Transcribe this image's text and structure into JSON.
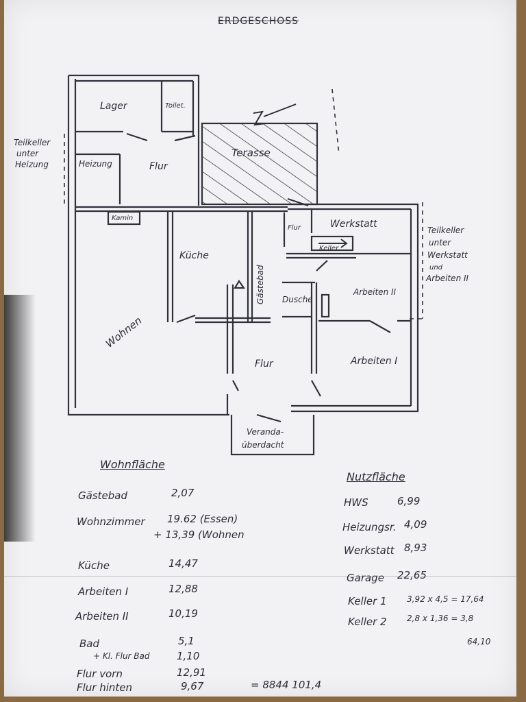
{
  "title": "ERDGESCHOSS",
  "rooms": {
    "lager": "Lager",
    "toilet": "Toilet.",
    "heizung": "Heizung",
    "flur_top": "Flur",
    "terasse": "Terasse",
    "kamin": "Kamin",
    "kueche": "Küche",
    "wohnen": "Wohnen",
    "gaestebad": "Gästebad",
    "dusche": "Dusche",
    "flur_mid": "Flur",
    "flur_bottom": "Flur",
    "werkstatt": "Werkstatt",
    "keller": "Keller",
    "arbeiten2": "Arbeiten II",
    "arbeiten1": "Arbeiten I",
    "veranda_1": "Veranda-",
    "veranda_2": "überdacht"
  },
  "notes": {
    "left_1": "Teilkeller",
    "left_2": "unter",
    "left_3": "Heizung",
    "right_1": "Teilkeller",
    "right_2": "unter",
    "right_3": "Werkstatt",
    "right_4": "und",
    "right_5": "Arbeiten II"
  },
  "wohnflaeche": {
    "heading": "Wohnfläche",
    "rows": [
      {
        "label": "Gästebad",
        "value": "2,07"
      },
      {
        "label": "Wohnzimmer",
        "value": "19.62 (Essen)"
      },
      {
        "label": "",
        "value": "+ 13,39 (Wohnen"
      },
      {
        "label": "Küche",
        "value": "14,47"
      },
      {
        "label": "Arbeiten I",
        "value": "12,88"
      },
      {
        "label": "Arbeiten II",
        "value": "10,19"
      },
      {
        "label": "Bad",
        "value": "5,1"
      },
      {
        "label": "+ Kl. Flur Bad",
        "value": "1,10"
      },
      {
        "label": "Flur vorn",
        "value": "12,91"
      },
      {
        "label": "Flur hinten",
        "value": "9,67"
      }
    ],
    "total": "= 8844 101,4"
  },
  "nutzflaeche": {
    "heading": "Nutzfläche",
    "rows": [
      {
        "label": "HWS",
        "value": "6,99"
      },
      {
        "label": "Heizungsr.",
        "value": "4,09"
      },
      {
        "label": "Werkstatt",
        "value": "8,93"
      },
      {
        "label": "Garage",
        "value": "22,65"
      },
      {
        "label": "Keller 1",
        "value": "3,92 x 4,5 = 17,64"
      },
      {
        "label": "Keller 2",
        "value": "2,8 x 1,36 = 3,8"
      }
    ],
    "total": "64,10"
  }
}
